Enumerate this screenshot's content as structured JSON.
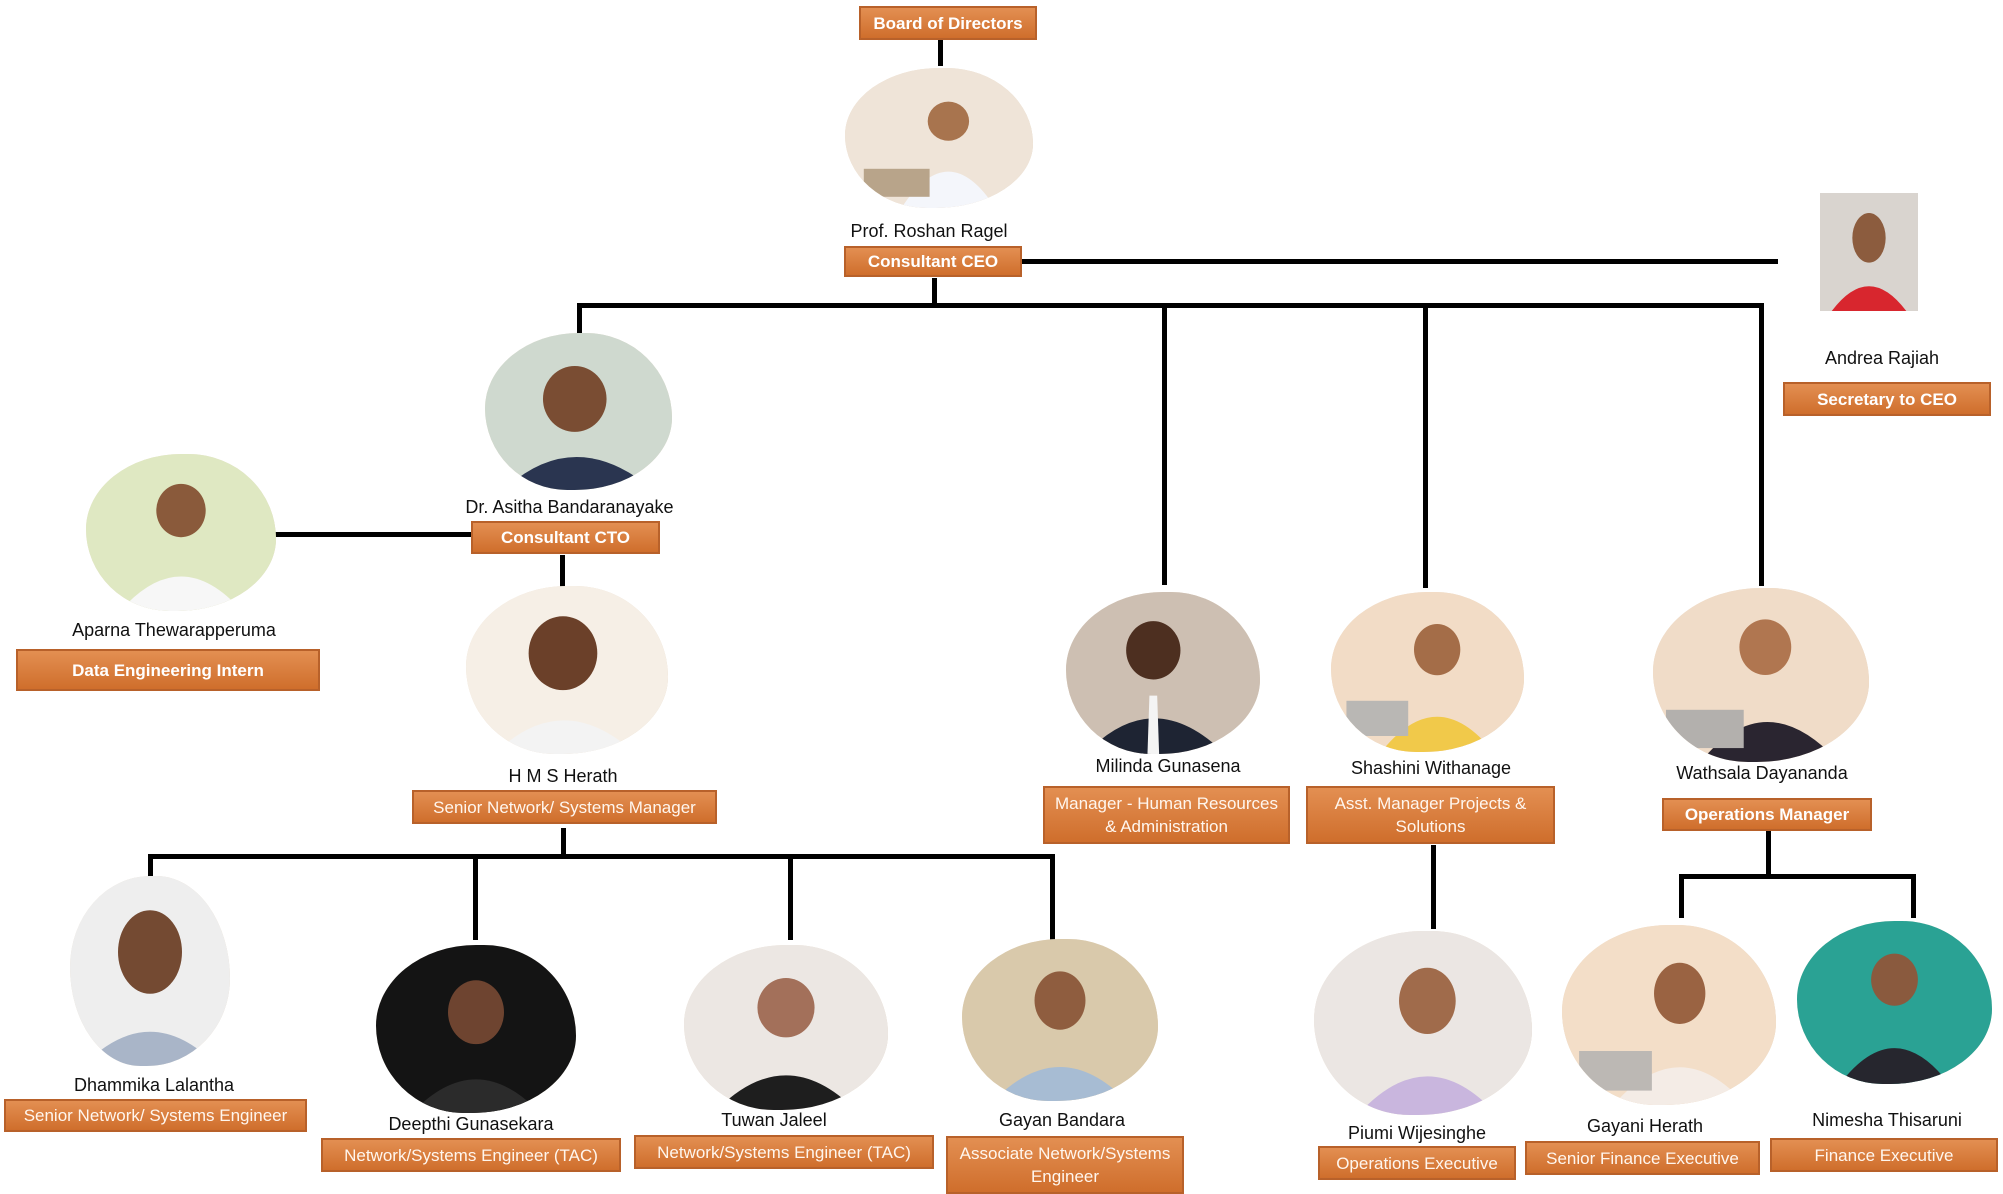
{
  "header": {
    "label": "Board of Directors"
  },
  "people": [
    {
      "key": "ceo",
      "name": "Prof. Roshan Ragel",
      "role": "Consultant CEO",
      "bg": "#efe4d8",
      "shirt": "#f4f6fb",
      "skin": "#a8744e"
    },
    {
      "key": "sec",
      "name": "Andrea Rajiah",
      "role": "Secretary to CEO",
      "bg": "#d9d4cf",
      "shirt": "#d8262e",
      "skin": "#8c5c3e"
    },
    {
      "key": "cto",
      "name": "Dr. Asitha Bandaranayake",
      "role": "Consultant CTO",
      "bg": "#cfd9cf",
      "shirt": "#2a3550",
      "skin": "#7a4d33"
    },
    {
      "key": "intern",
      "name": "Aparna Thewarapperuma",
      "role": "Data Engineering Intern",
      "bg": "#dfe8c2",
      "shirt": "#f7f7f7",
      "skin": "#8a5a3b"
    },
    {
      "key": "herath",
      "name": "H M S Herath",
      "role": "Senior Network/ Systems Manager",
      "bg": "#f6efe6",
      "shirt": "#f3f3f3",
      "skin": "#6b4029"
    },
    {
      "key": "milinda",
      "name": "Milinda Gunasena",
      "role": "Manager - Human Resources & Administration",
      "bg": "#cdbfb2",
      "shirt": "#1e2433",
      "skin": "#4d2f20"
    },
    {
      "key": "shashini",
      "name": "Shashini Withanage",
      "role": "Asst. Manager Projects & Solutions",
      "bg": "#f2dcc6",
      "shirt": "#f1c94a",
      "skin": "#a46d48"
    },
    {
      "key": "wathsala",
      "name": "Wathsala Dayananda",
      "role": "Operations Manager",
      "bg": "#f0dcc8",
      "shirt": "#2a2530",
      "skin": "#b07650"
    },
    {
      "key": "dhammika",
      "name": "Dhammika Lalantha",
      "role": "Senior Network/ Systems Engineer",
      "bg": "#eeeeee",
      "shirt": "#a9b5c8",
      "skin": "#744a32"
    },
    {
      "key": "deepthi",
      "name": "Deepthi Gunasekara",
      "role": "Network/Systems Engineer (TAC)",
      "bg": "#141414",
      "shirt": "#2b2b2b",
      "skin": "#6e4430"
    },
    {
      "key": "tuwan",
      "name": "Tuwan Jaleel",
      "role": "Network/Systems Engineer (TAC)",
      "bg": "#ece7e3",
      "shirt": "#1e1e1e",
      "skin": "#a3705a"
    },
    {
      "key": "gayan",
      "name": "Gayan Bandara",
      "role": "Associate Network/Systems Engineer",
      "bg": "#d9c9ab",
      "shirt": "#a7bcd3",
      "skin": "#8f5d3f"
    },
    {
      "key": "piumi",
      "name": "Piumi Wijesinghe",
      "role": "Operations Executive",
      "bg": "#ebe6e3",
      "shirt": "#c9b6de",
      "skin": "#a06b4b"
    },
    {
      "key": "gayani",
      "name": "Gayani Herath",
      "role": "Senior Finance Executive",
      "bg": "#f3dec8",
      "shirt": "#f4ece6",
      "skin": "#9a6342"
    },
    {
      "key": "nimesha",
      "name": "Nimesha Thisaruni",
      "role": "Finance Executive",
      "bg": "#2aa294",
      "shirt": "#26262e",
      "skin": "#8a5a3e"
    }
  ]
}
